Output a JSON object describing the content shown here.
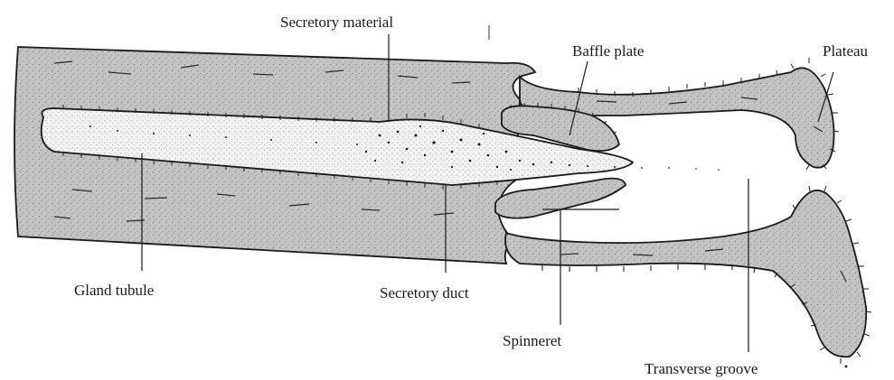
{
  "figure": {
    "labels": {
      "secretory_material": "Secretory material",
      "baffle_plate": "Baffle plate",
      "plateau": "Plateau",
      "gland_tubule": "Gland tubule",
      "secretory_duct": "Secretory duct",
      "spinneret": "Spinneret",
      "transverse_groove": "Transverse groove"
    },
    "colors": {
      "tissue_fill": "#bdbdbd",
      "outline": "#1a1a1a",
      "background": "#ffffff"
    }
  }
}
